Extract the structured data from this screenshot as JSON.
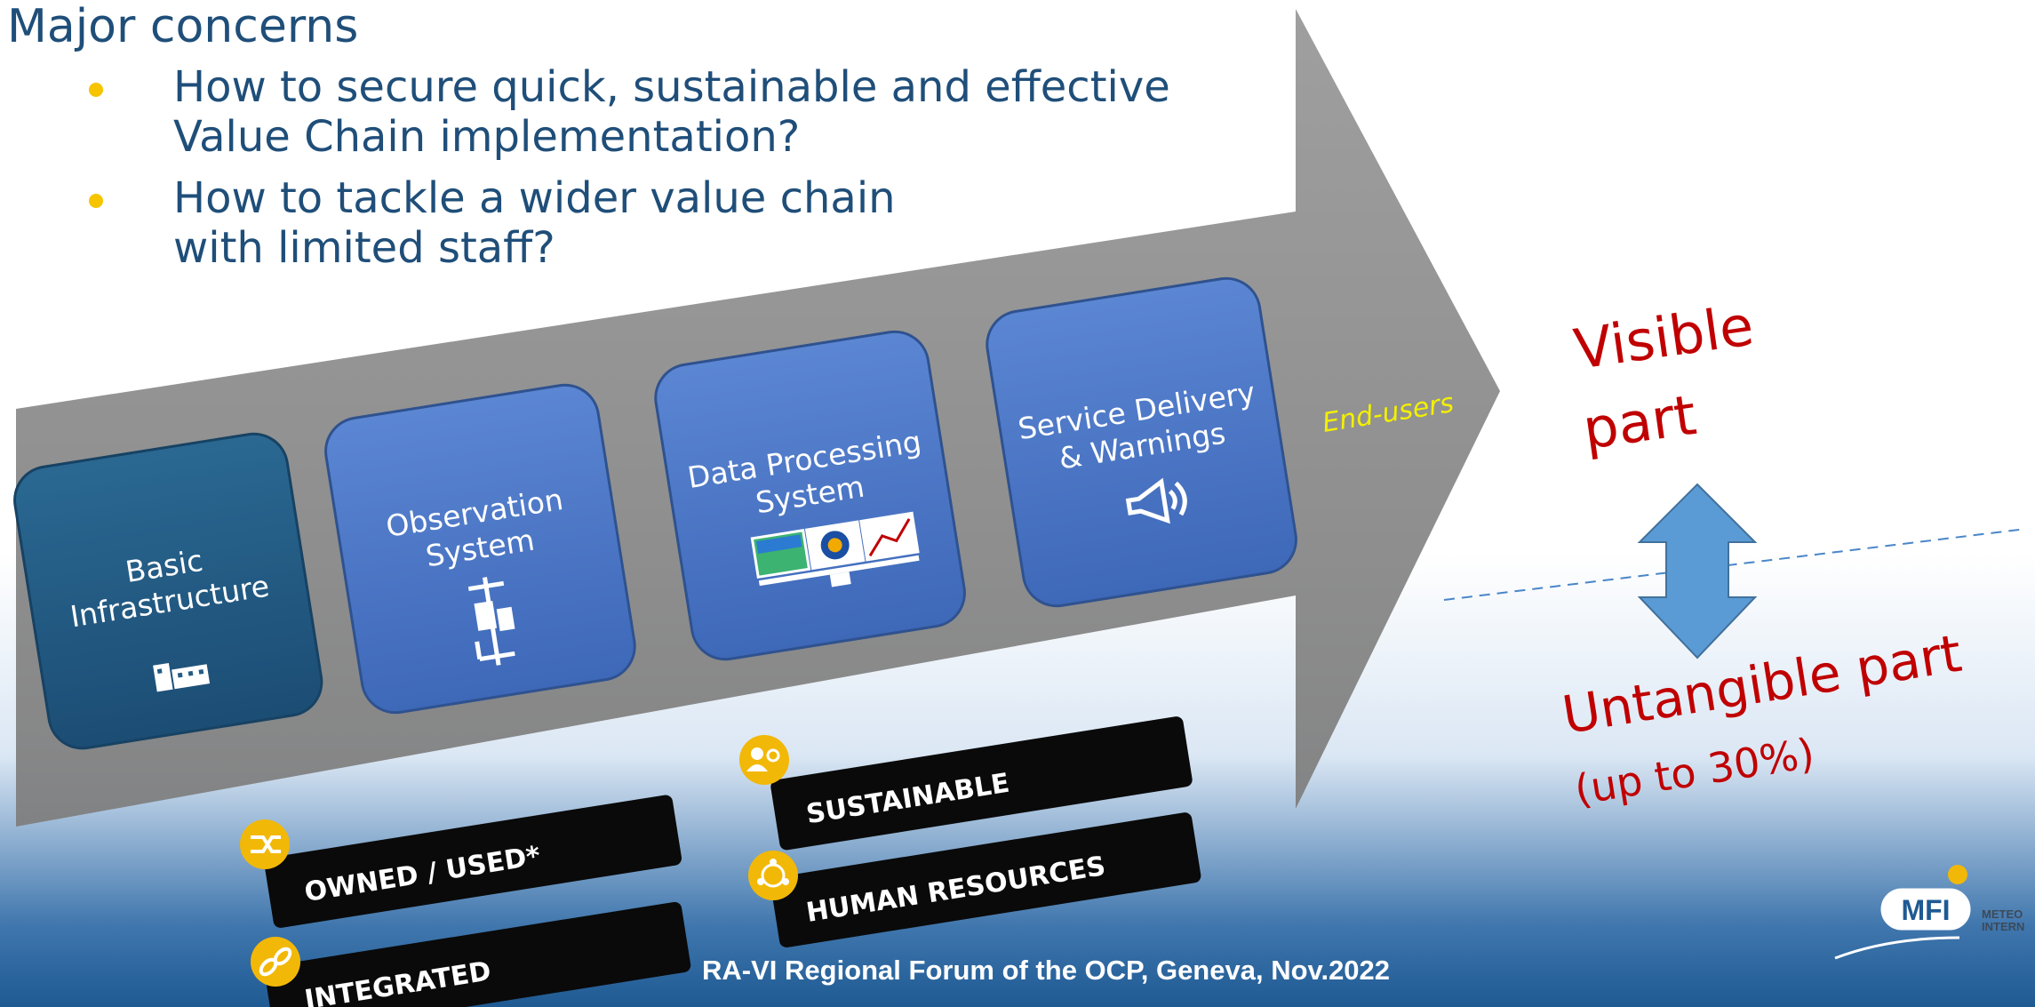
{
  "slide": {
    "title": "Major concerns",
    "bullets": [
      "How to secure quick, sustainable and effective Value Chain implementation?",
      "How to tackle a wider value chain with limited staff?"
    ],
    "bullet_lines": [
      [
        "How to secure quick, sustainable and effective",
        "Value Chain implementation?"
      ],
      [
        "How to tackle a wider value chain",
        "with limited staff?"
      ]
    ],
    "footer": "RA-VI Regional Forum of the OCP, Geneva, Nov.2022"
  },
  "value_chain": {
    "boxes": [
      {
        "lines": [
          "Basic",
          "Infrastructure"
        ],
        "icon": "building-icon",
        "color": "#235b86"
      },
      {
        "lines": [
          "Observation",
          "System"
        ],
        "icon": "weather-station-icon",
        "color": "#4472c4"
      },
      {
        "lines": [
          "Data Processing",
          "System"
        ],
        "icon": "monitors-icon",
        "color": "#4472c4"
      },
      {
        "lines": [
          "Service Delivery",
          "& Warnings"
        ],
        "icon": "megaphone-icon",
        "color": "#4472c4"
      }
    ],
    "end_label": "End-users",
    "end_label_color": "#f3f000",
    "arrow_color": "#8c8c8c"
  },
  "tags": [
    {
      "text": "OWNED / USED*",
      "icon": "shuffle-icon"
    },
    {
      "text": "INTEGRATED",
      "icon": "link-icon"
    },
    {
      "text": "SUSTAINABLE",
      "icon": "people-gear-icon"
    },
    {
      "text": "HUMAN RESOURCES",
      "icon": "network-icon"
    }
  ],
  "tag_icon_color": "#f2b807",
  "right_panel": {
    "visible_lines": [
      "Visible",
      "part"
    ],
    "untangible_text": "Untangible part",
    "untangible_note": "(up to 30%)",
    "text_color": "#c00000",
    "arrow_color": "#5b9bd5"
  },
  "logo": {
    "text": "MFI",
    "caption_lines": [
      "METEO",
      "INTERN"
    ]
  }
}
